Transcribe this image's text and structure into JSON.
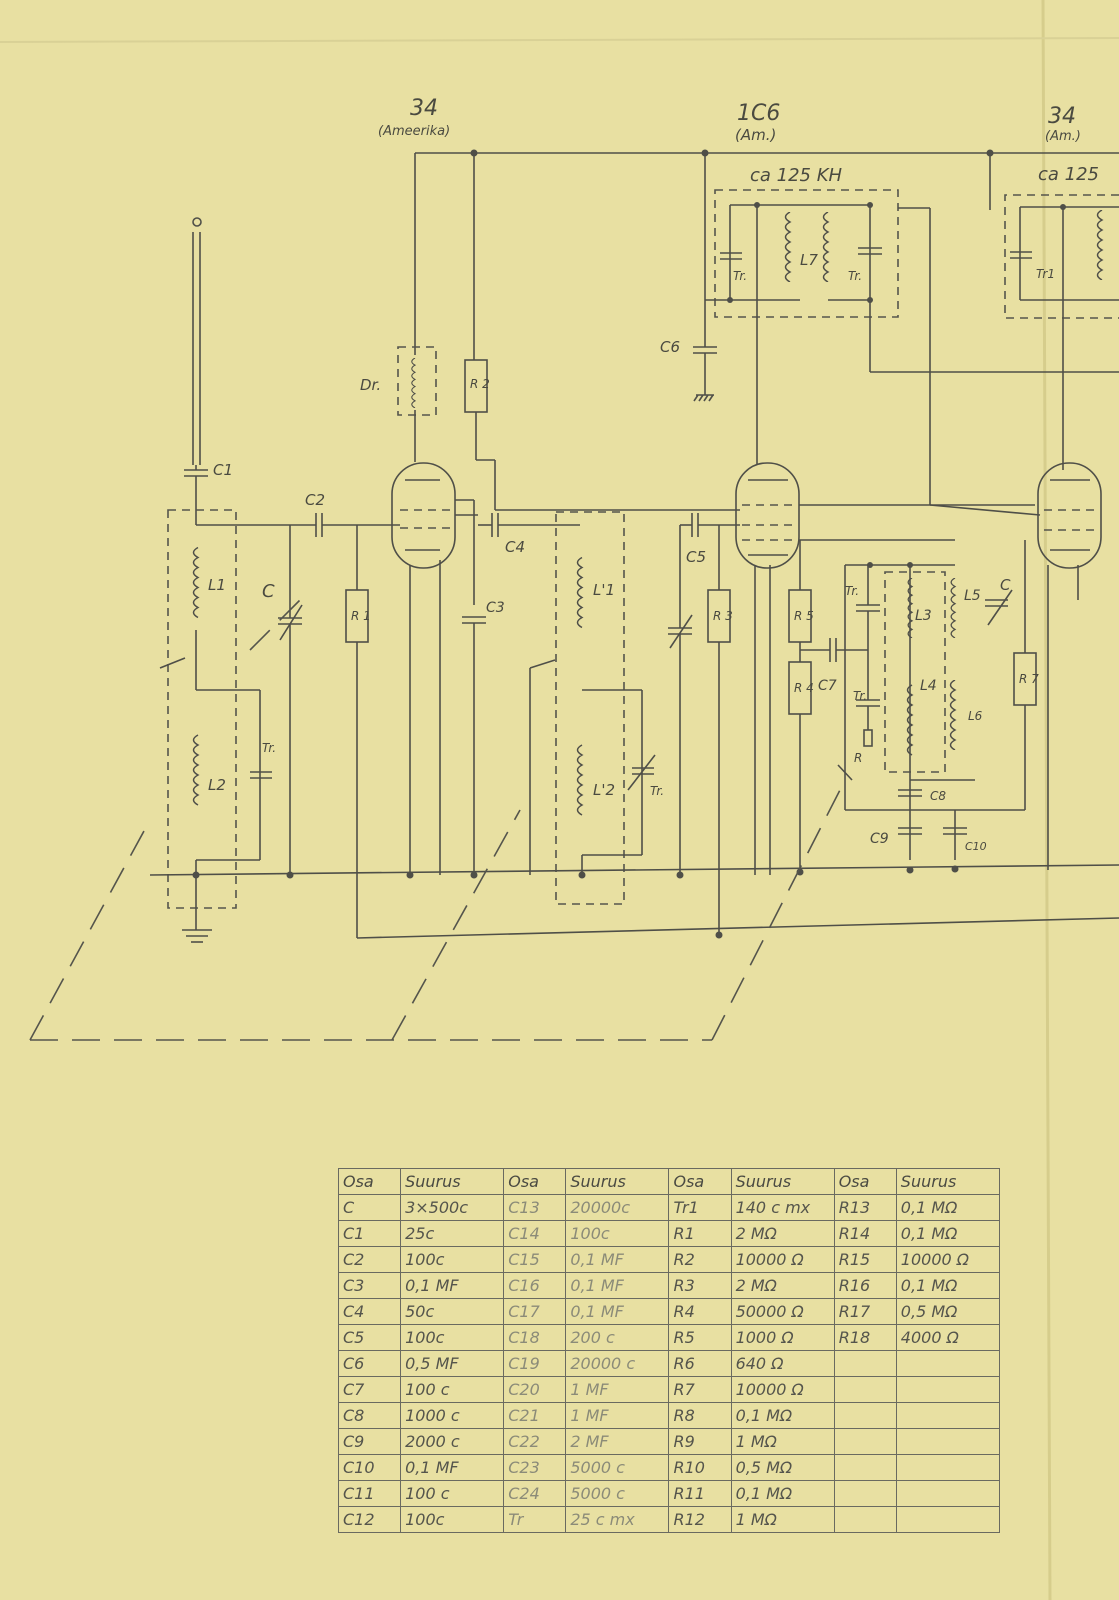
{
  "tubes": [
    {
      "type": "34",
      "maker": "(Ameerika)"
    },
    {
      "type": "1C6",
      "maker": "(Am.)"
    },
    {
      "type": "34",
      "maker": "(Am.)"
    }
  ],
  "freq_labels": [
    "ca 125 KH",
    "ca 125"
  ],
  "components": {
    "C": "C",
    "C1": "C1",
    "C2": "C2",
    "C3": "C3",
    "C4": "C4",
    "C5": "C5",
    "C6": "C6",
    "C7": "C7",
    "C8": "C8",
    "C9": "C9",
    "C10": "C10",
    "R1": "R 1",
    "R2": "R 2",
    "R3": "R 3",
    "R4": "R 4",
    "R5": "R 5",
    "R7": "R 7",
    "Dr": "Dr.",
    "L1": "L1",
    "L2": "L2",
    "L1p": "L'1",
    "L2p": "L'2",
    "L3": "L3",
    "L4": "L4",
    "L5": "L5",
    "L6": "L6",
    "L7": "L7",
    "Tr": "Tr.",
    "Tr1": "Tr1",
    "Rsmall": "R"
  },
  "table": {
    "headers": [
      "Osa",
      "Suurus",
      "Osa",
      "Suurus",
      "Osa",
      "Suurus",
      "Osa",
      "Suurus"
    ],
    "rows": [
      [
        "C",
        "3×500c",
        "C13",
        "20000c",
        "Tr1",
        "140 c mx",
        "R13",
        "0,1 MΩ"
      ],
      [
        "C1",
        "25c",
        "C14",
        "100c",
        "R1",
        "2 MΩ",
        "R14",
        "0,1 MΩ"
      ],
      [
        "C2",
        "100c",
        "C15",
        "0,1 MF",
        "R2",
        "10000 Ω",
        "R15",
        "10000 Ω"
      ],
      [
        "C3",
        "0,1 MF",
        "C16",
        "0,1 MF",
        "R3",
        "2 MΩ",
        "R16",
        "0,1 MΩ"
      ],
      [
        "C4",
        "50c",
        "C17",
        "0,1 MF",
        "R4",
        "50000 Ω",
        "R17",
        "0,5 MΩ"
      ],
      [
        "C5",
        "100c",
        "C18",
        "200 c",
        "R5",
        "1000 Ω",
        "R18",
        "4000 Ω"
      ],
      [
        "C6",
        "0,5 MF",
        "C19",
        "20000 c",
        "R6",
        "640 Ω",
        "",
        ""
      ],
      [
        "C7",
        "100 c",
        "C20",
        "1 MF",
        "R7",
        "10000 Ω",
        "",
        ""
      ],
      [
        "C8",
        "1000 c",
        "C21",
        "1 MF",
        "R8",
        "0,1 MΩ",
        "",
        ""
      ],
      [
        "C9",
        "2000 c",
        "C22",
        "2 MF",
        "R9",
        "1 MΩ",
        "",
        ""
      ],
      [
        "C10",
        "0,1 MF",
        "C23",
        "5000 c",
        "R10",
        "0,5 MΩ",
        "",
        ""
      ],
      [
        "C11",
        "100 c",
        "C24",
        "5000 c",
        "R11",
        "0,1 MΩ",
        "",
        ""
      ],
      [
        "C12",
        "100c",
        "Tr",
        "25 c mx",
        "R12",
        "1 MΩ",
        "",
        ""
      ]
    ]
  }
}
